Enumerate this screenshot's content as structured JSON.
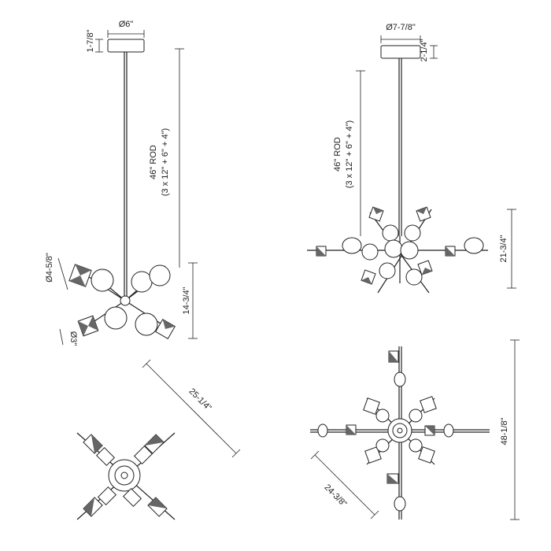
{
  "views": {
    "v1": {
      "canopy_dia": "Ø6\"",
      "canopy_h": "1-7/8\"",
      "rod_line1": "46\" ROD",
      "rod_line2": "(3 x 12\" + 6\" + 4\")",
      "body_h": "14-3/4\"",
      "globe_dia": "Ø4-5/8\"",
      "crystal_dia": "Ø3\"",
      "plan_diag": "25-1/4\""
    },
    "v2": {
      "canopy_dia": "Ø7-7/8\"",
      "canopy_h": "2-1/4\"",
      "rod_line1": "46\" ROD",
      "rod_line2": "(3 x 12\" + 6\" + 4\")",
      "body_h": "21-3/4\"",
      "plan_len": "48-1/8\"",
      "plan_diag": "24-3/8\""
    }
  }
}
